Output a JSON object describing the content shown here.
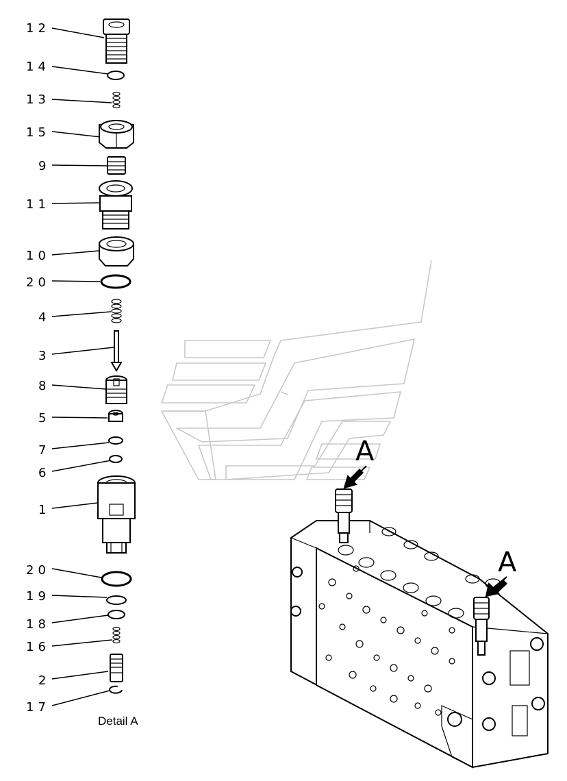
{
  "callouts": [
    {
      "num": "12",
      "part": "plug-cap"
    },
    {
      "num": "14",
      "part": "small-o-ring"
    },
    {
      "num": "13",
      "part": "small-spring"
    },
    {
      "num": "15",
      "part": "lock-nut"
    },
    {
      "num": "9",
      "part": "set-screw"
    },
    {
      "num": "11",
      "part": "adjuster-body"
    },
    {
      "num": "10",
      "part": "nut"
    },
    {
      "num": "20",
      "part": "o-ring"
    },
    {
      "num": "4",
      "part": "spring"
    },
    {
      "num": "3",
      "part": "poppet-pin"
    },
    {
      "num": "8",
      "part": "seat"
    },
    {
      "num": "5",
      "part": "piston"
    },
    {
      "num": "7",
      "part": "ring"
    },
    {
      "num": "6",
      "part": "ring-small"
    },
    {
      "num": "1",
      "part": "valve-body"
    },
    {
      "num": "20",
      "part": "o-ring-lower"
    },
    {
      "num": "19",
      "part": "backup-ring"
    },
    {
      "num": "18",
      "part": "o-ring-small"
    },
    {
      "num": "16",
      "part": "spring-small"
    },
    {
      "num": "2",
      "part": "plunger"
    },
    {
      "num": "17",
      "part": "snap-ring"
    }
  ],
  "caption": "Detail A",
  "marker_label": "A",
  "marker_label_2": "A"
}
